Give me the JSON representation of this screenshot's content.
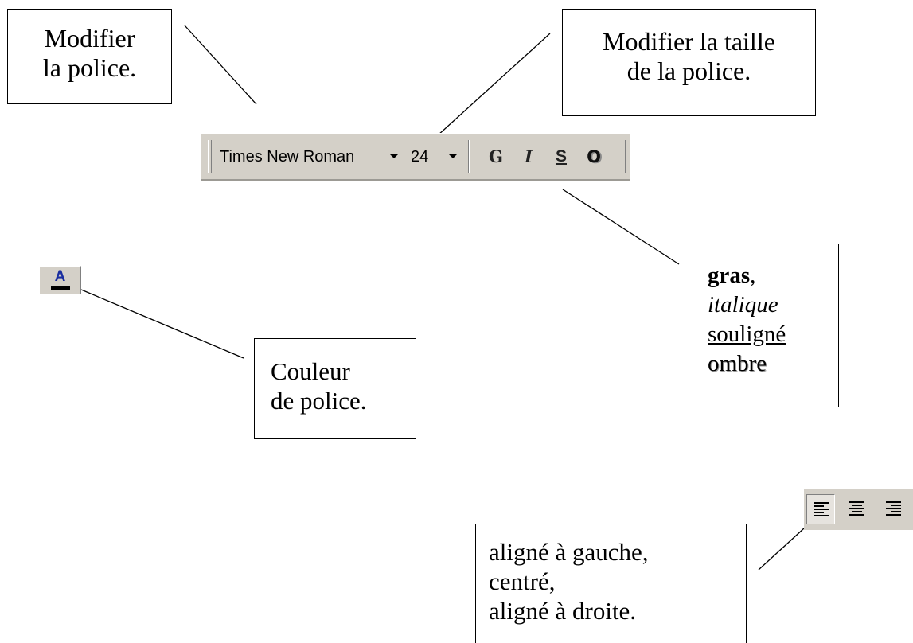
{
  "callouts": {
    "font": {
      "line1": "Modifier",
      "line2": "la police."
    },
    "size": {
      "line1": "Modifier la taille",
      "line2": "de la police."
    },
    "styles": {
      "bold": "gras",
      "bold_suffix": ",",
      "italic": "italique",
      "underline": "souligné",
      "shadow": "ombre"
    },
    "color": {
      "line1": "Couleur",
      "line2": "de police."
    },
    "alignment": {
      "line1": "aligné à gauche,",
      "line2": "centré,",
      "line3": "aligné à droite."
    }
  },
  "toolbar": {
    "font_name": "Times New Roman",
    "font_size": "24",
    "bold_label": "G",
    "italic_label": "I",
    "underline_label": "S",
    "shadow_label": "O"
  },
  "color_button": {
    "glyph": "A",
    "bar_color": "#000000",
    "glyph_color": "#1a2ea0"
  },
  "alignment_toolbar": {
    "pressed": "align-left",
    "buttons": [
      "align-left",
      "align-center",
      "align-right"
    ]
  },
  "icons": [
    "dropdown-arrow-icon",
    "font-color-icon",
    "align-left-icon",
    "align-center-icon",
    "align-right-icon"
  ]
}
